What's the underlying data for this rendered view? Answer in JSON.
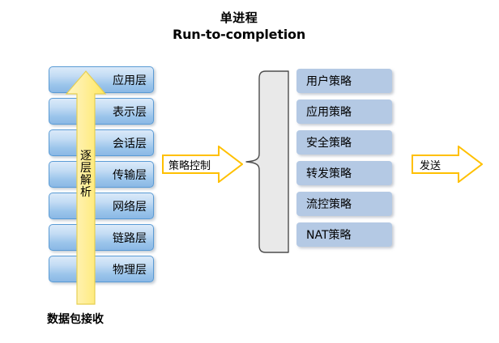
{
  "title": {
    "line1": "单进程",
    "line2": "Run-to-completion"
  },
  "osi_stack": {
    "layers": [
      {
        "label": "应用层"
      },
      {
        "label": "表示层"
      },
      {
        "label": "会话层"
      },
      {
        "label": "传输层"
      },
      {
        "label": "网络层"
      },
      {
        "label": "链路层"
      },
      {
        "label": "物理层"
      }
    ]
  },
  "up_arrow": {
    "label_chars": [
      "逐",
      "层",
      "解",
      "析"
    ],
    "label": "逐层解析",
    "fill": "#ffeb8e",
    "stroke": "#e0c23c"
  },
  "bottom_caption": {
    "label": "数据包接收"
  },
  "arrows": {
    "policy_control": {
      "label": "策略控制",
      "fill": "#ffffff",
      "stroke": "#ffc000"
    },
    "send": {
      "label": "发送",
      "fill": "#ffffff",
      "stroke": "#ffc000"
    }
  },
  "brace": {
    "fill": "#e8e8e8",
    "stroke": "#4d4d4d"
  },
  "policy_list": {
    "fill": "#b4c9e4",
    "items": [
      {
        "label": "用户策略"
      },
      {
        "label": "应用策略"
      },
      {
        "label": "安全策略"
      },
      {
        "label": "转发策略"
      },
      {
        "label": "流控策略"
      },
      {
        "label": "NAT策略"
      }
    ]
  },
  "colors": {
    "background": "#ffffff",
    "osi_border": "#5a9bd5",
    "osi_fill_top": "#dbeaf9",
    "osi_fill_bottom": "#8ab8e5",
    "arrow_yellow": "#ffc000",
    "up_arrow_yellow": "#ffeb8e",
    "policy_blue": "#b4c9e4",
    "text": "#000000"
  }
}
